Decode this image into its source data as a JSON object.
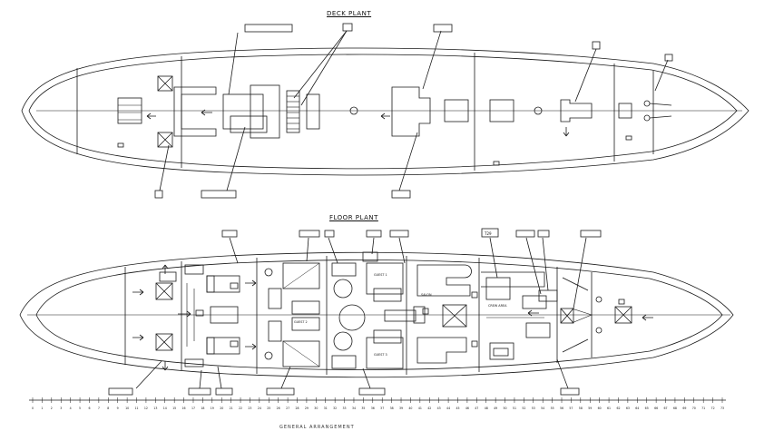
{
  "titles": {
    "deck": "DECK PLANT",
    "floor": "FLOOR PLANT"
  },
  "room_labels": {
    "guest_1": "GUEST 1",
    "guest_2": "GUEST 2",
    "guest_3": "GUEST 3",
    "salon": "SALON",
    "crew_area": "CREW AREA"
  },
  "callouts": {
    "tag_top": "T29"
  },
  "scale_bar": {
    "ticks": [
      "0",
      "1",
      "2",
      "3",
      "4",
      "5",
      "6",
      "7",
      "8",
      "9",
      "10",
      "11",
      "12",
      "13",
      "14",
      "15",
      "16",
      "17",
      "18",
      "19",
      "20",
      "21",
      "22",
      "23",
      "24",
      "25",
      "26",
      "27",
      "28",
      "29",
      "30",
      "31",
      "32",
      "33",
      "34",
      "35",
      "36",
      "37",
      "38",
      "39",
      "40",
      "41",
      "42",
      "43",
      "44",
      "45",
      "46",
      "47",
      "48",
      "49",
      "50",
      "51",
      "52",
      "53",
      "54",
      "55",
      "56",
      "57",
      "58",
      "59",
      "60",
      "61",
      "62",
      "63",
      "64",
      "65",
      "66",
      "67",
      "68",
      "69",
      "70",
      "71",
      "72",
      "73"
    ],
    "footer": "GENERAL ARRANGEMENT"
  },
  "colors": {
    "line": "#1a1a1a",
    "background": "#ffffff"
  }
}
